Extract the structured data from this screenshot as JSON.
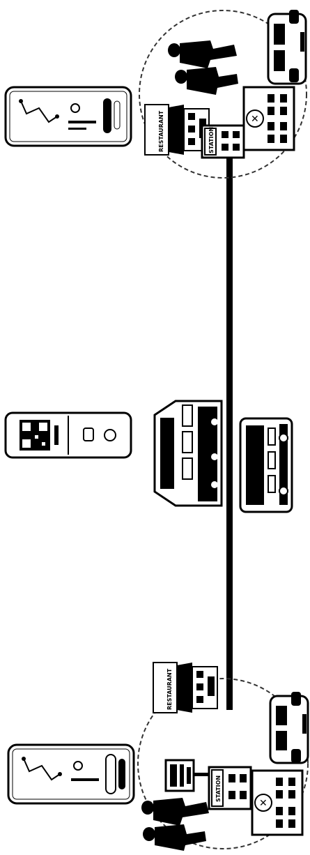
{
  "labels": {
    "restaurant_top": "RESTAURANT",
    "restaurant_bottom": "RESTAURANT",
    "station_top": "STATION",
    "station_bottom": "STATION",
    "hospital_cross": "✕"
  },
  "phones": {
    "phone_top": {
      "screen": "route-map"
    },
    "phone_middle": {
      "screen": "qr-ticket"
    },
    "phone_bottom": {
      "screen": "route-map"
    }
  },
  "colors": {
    "ink": "#000000",
    "background": "#ffffff",
    "dashed_circle": "#333333"
  },
  "icons": [
    "smartphone-icon",
    "restaurant-icon",
    "station-icon",
    "hospital-icon",
    "taxi-icon",
    "train-icon",
    "bus-icon",
    "pedestrian-icon",
    "bus-stop-sign-icon"
  ]
}
